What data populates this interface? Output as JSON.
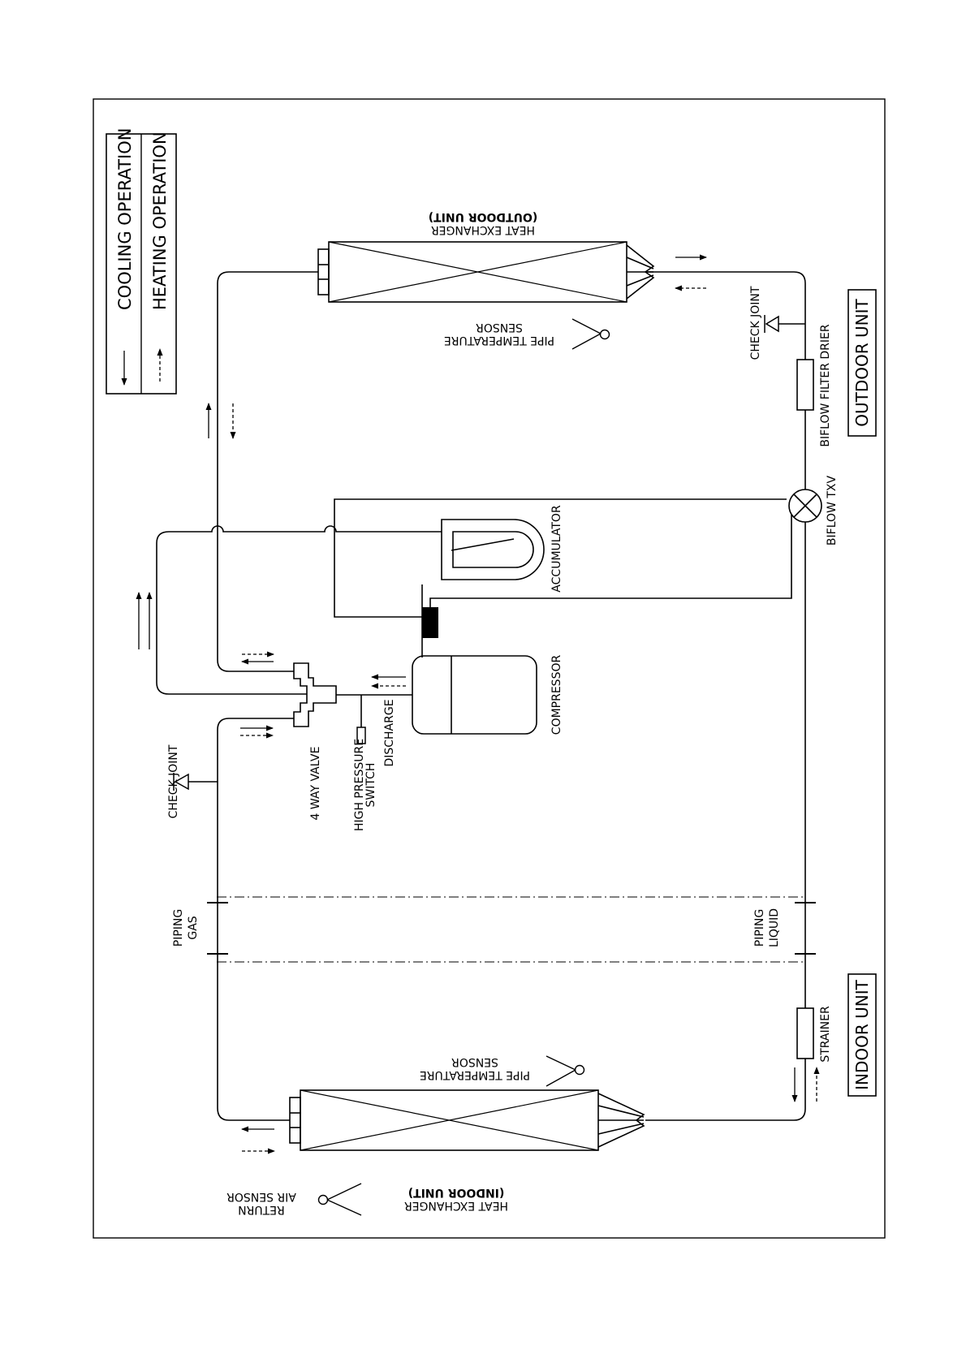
{
  "legend": {
    "cooling": "COOLING OPERATION",
    "heating": "HEATING OPERATION"
  },
  "units": {
    "outdoor": "OUTDOOR UNIT",
    "indoor": "INDOOR UNIT"
  },
  "labels": {
    "hx_outdoor_line1": "HEAT EXCHANGER",
    "hx_outdoor_line2": "(OUTDOOR UNIT)",
    "pipe_temp_outdoor_line1": "PIPE TEMPERATURE",
    "pipe_temp_outdoor_line2": "SENSOR",
    "check_joint_outdoor": "CHECK JOINT",
    "biflow_filter_drier": "BIFLOW FILTER DRIER",
    "biflow_txv": "BIFLOW TXV",
    "accumulator": "ACCUMULATOR",
    "compressor": "COMPRESSOR",
    "discharge": "DISCHARGE",
    "four_way_valve": "4 WAY VALVE",
    "high_pressure_switch_line1": "HIGH PRESSURE",
    "high_pressure_switch_line2": "SWITCH",
    "check_joint_gas": "CHECK JOINT",
    "piping_gas_line1": "PIPING",
    "piping_gas_line2": "GAS",
    "piping_liquid_line1": "PIPING",
    "piping_liquid_line2": "LIQUID",
    "strainer": "STRAINER",
    "pipe_temp_indoor_line1": "PIPE TEMPERATURE",
    "pipe_temp_indoor_line2": "SENSOR",
    "hx_indoor_line1": "HEAT EXCHANGER",
    "hx_indoor_line2": "(INDOOR UNIT)",
    "return_air_line1": "RETURN",
    "return_air_line2": "AIR SENSOR"
  }
}
